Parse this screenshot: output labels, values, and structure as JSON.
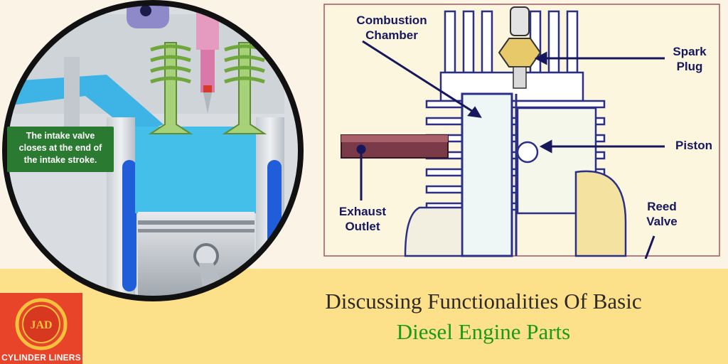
{
  "left_diagram": {
    "callout": {
      "lines": [
        "The intake valve",
        "closes at the end of",
        "the intake stroke."
      ]
    }
  },
  "right_diagram": {
    "labels": {
      "combustion_chamber": [
        "Combustion",
        "Chamber"
      ],
      "spark_plug": [
        "Spark",
        "Plug"
      ],
      "piston": [
        "Piston"
      ],
      "exhaust_outlet": [
        "Exhaust",
        "Outlet"
      ],
      "reed_valve": [
        "Reed",
        "Valve"
      ]
    }
  },
  "title": {
    "line1": "Discussing Functionalities Of Basic",
    "line2": "Diesel Engine Parts"
  },
  "logo": {
    "monogram": "JAD",
    "caption": "CYLINDER LINERS"
  },
  "colors": {
    "background": "#fbf3e6",
    "band": "#fde08a",
    "callout": "#2a7a31",
    "label": "#17175e",
    "title_dark": "#2f2a24",
    "title_green": "#1a9a1a",
    "logo": "#e8442a"
  }
}
